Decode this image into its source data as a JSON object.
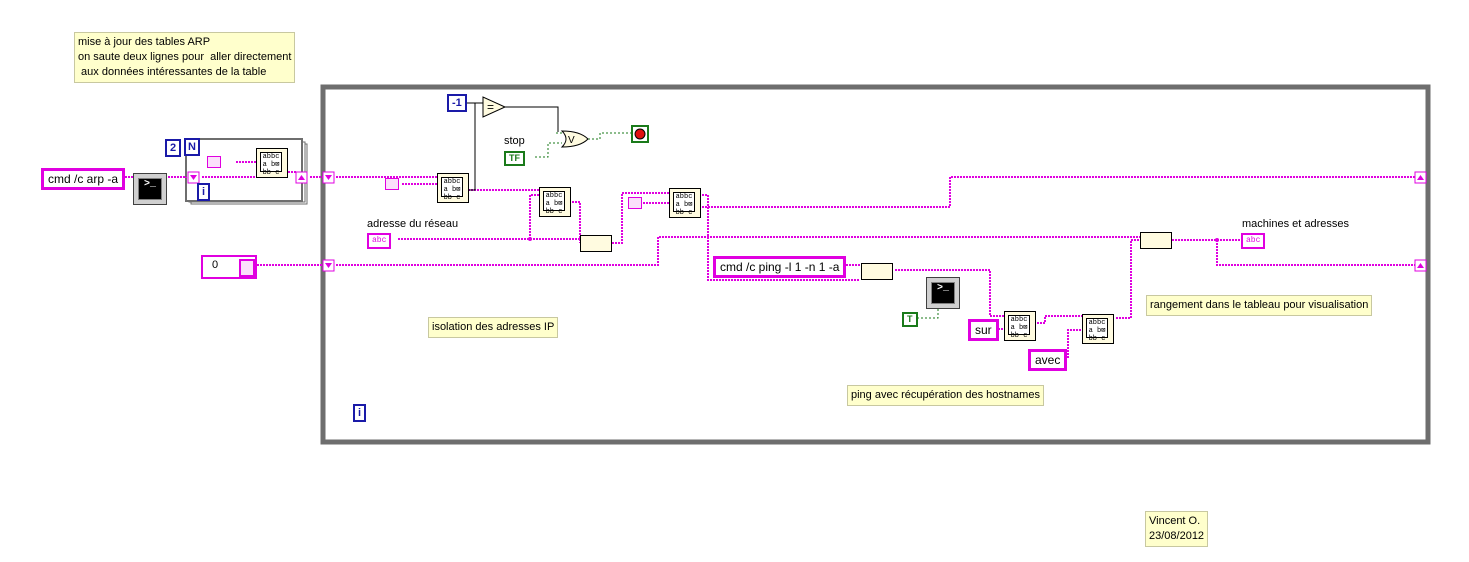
{
  "notes": {
    "top_left": "mise à jour des tables ARP\non saute deux lignes pour  aller directement\n aux données intéressantes de la table",
    "isolation": "isolation des adresses IP",
    "ping": "ping avec récupération des hostnames",
    "rangement": "rangement dans le tableau pour visualisation",
    "author": "Vincent O.\n23/08/2012"
  },
  "constants": {
    "cmd_arp": "cmd /c arp -a",
    "cmd_ping": "cmd /c ping -l 1 -n 1 -a",
    "sur": "sur",
    "avec": "avec",
    "minus_one": "-1",
    "two": "2",
    "zero": "0",
    "for_n": "N",
    "iter_i": "i",
    "true_const": "T"
  },
  "labels": {
    "stop": "stop",
    "adresse": "adresse du réseau",
    "machines": "machines et adresses",
    "abc": "abc",
    "tf": "TF"
  },
  "icons": {
    "cmd": ">_",
    "equal": "=",
    "or": "V",
    "match": "abbc a b⊠ bb c"
  },
  "colors": {
    "string_wire": "#e000e0",
    "numeric_wire": "#1a1aa8",
    "bool_wire": "#1a7a1a",
    "loop_border": "#6e6e6e"
  }
}
